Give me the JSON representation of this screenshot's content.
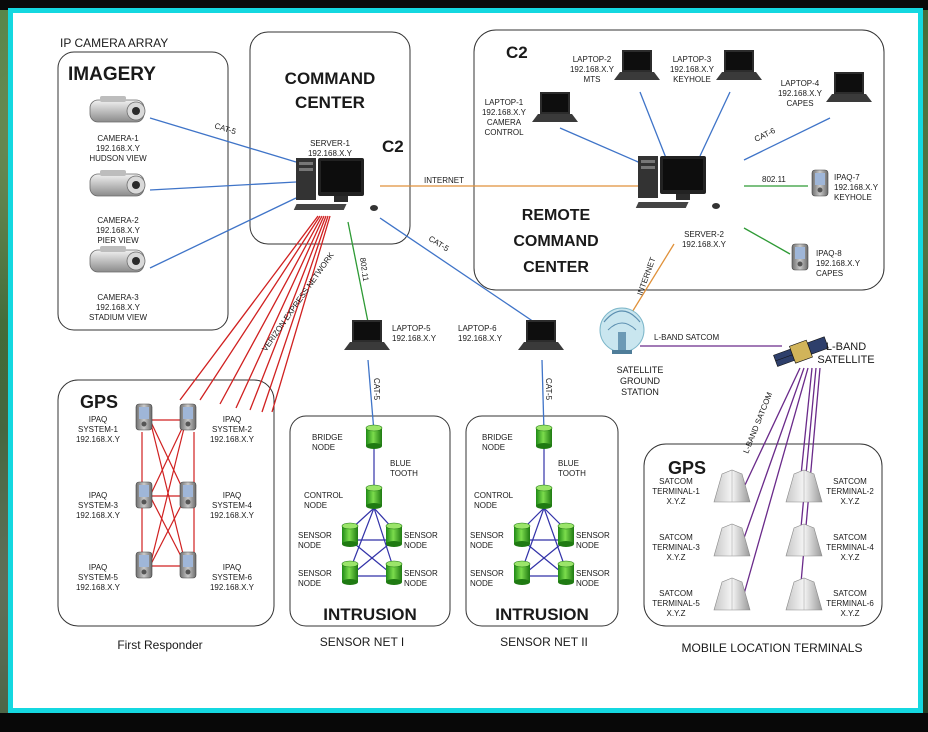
{
  "title": "IP CAMERA ARRAY",
  "panels": {
    "imagery": "IMAGERY",
    "command_center": [
      "COMMAND",
      "CENTER"
    ],
    "c2_server": "C2",
    "c2_remote": "C2",
    "remote_command_center": [
      "REMOTE",
      "COMMAND",
      "CENTER"
    ],
    "gps_responder": "GPS",
    "first_responder": "First Responder",
    "intrusion1": "INTRUSION",
    "intrusion2": "INTRUSION",
    "sensor_net_1": "SENSOR NET I",
    "sensor_net_2": "SENSOR NET II",
    "gps_terminals": "GPS",
    "mobile_terminals": "MOBILE LOCATION TERMINALS"
  },
  "cameras": [
    {
      "lines": [
        "CAMERA-1",
        "192.168.X.Y",
        "HUDSON VIEW"
      ]
    },
    {
      "lines": [
        "CAMERA-2",
        "192.168.X.Y",
        "PIER VIEW"
      ]
    },
    {
      "lines": [
        "CAMERA-3",
        "192.168.X.Y",
        "STADIUM VIEW"
      ]
    }
  ],
  "server1": [
    "SERVER-1",
    "192.168.X.Y"
  ],
  "server2": [
    "SERVER-2",
    "192.168.X.Y"
  ],
  "laptops_remote": [
    {
      "lines": [
        "LAPTOP-1",
        "192.168.X.Y",
        "CAMERA",
        "CONTROL"
      ]
    },
    {
      "lines": [
        "LAPTOP-2",
        "192.168.X.Y",
        "MTS"
      ]
    },
    {
      "lines": [
        "LAPTOP-3",
        "192.168.X.Y",
        "KEYHOLE"
      ]
    },
    {
      "lines": [
        "LAPTOP-4",
        "192.168.X.Y",
        "CAPES"
      ]
    }
  ],
  "ipaqs_remote": [
    {
      "lines": [
        "IPAQ-7",
        "192.168.X.Y",
        "KEYHOLE"
      ]
    },
    {
      "lines": [
        "IPAQ-8",
        "192.168.X.Y",
        "CAPES"
      ]
    }
  ],
  "laptop5": [
    "LAPTOP-5",
    "192.168.X.Y"
  ],
  "laptop6": [
    "LAPTOP-6",
    "192.168.X.Y"
  ],
  "gps_systems": [
    {
      "lines": [
        "IPAQ",
        "SYSTEM-1",
        "192.168.X.Y"
      ]
    },
    {
      "lines": [
        "IPAQ",
        "SYSTEM-2",
        "192.168.X.Y"
      ]
    },
    {
      "lines": [
        "IPAQ",
        "SYSTEM-3",
        "192.168.X.Y"
      ]
    },
    {
      "lines": [
        "IPAQ",
        "SYSTEM-4",
        "192.168.X.Y"
      ]
    },
    {
      "lines": [
        "IPAQ",
        "SYSTEM-5",
        "192.168.X.Y"
      ]
    },
    {
      "lines": [
        "IPAQ",
        "SYSTEM-6",
        "192.168.X.Y"
      ]
    }
  ],
  "sensor_labels": {
    "bridge": [
      "BRIDGE",
      "NODE"
    ],
    "bluetooth": [
      "BLUE",
      "TOOTH"
    ],
    "control": [
      "CONTROL",
      "NODE"
    ],
    "sensor": [
      "SENSOR",
      "NODE"
    ]
  },
  "satellite_ground": [
    "SATELLITE",
    "GROUND",
    "STATION"
  ],
  "satellite": [
    "L-BAND",
    "SATELLITE"
  ],
  "terminals": [
    {
      "lines": [
        "SATCOM",
        "TERMINAL-1",
        "X.Y.Z"
      ]
    },
    {
      "lines": [
        "SATCOM",
        "TERMINAL-2",
        "X.Y.Z"
      ]
    },
    {
      "lines": [
        "SATCOM",
        "TERMINAL-3",
        "X.Y.Z"
      ]
    },
    {
      "lines": [
        "SATCOM",
        "TERMINAL-4",
        "X.Y.Z"
      ]
    },
    {
      "lines": [
        "SATCOM",
        "TERMINAL-5",
        "X.Y.Z"
      ]
    },
    {
      "lines": [
        "SATCOM",
        "TERMINAL-6",
        "X.Y.Z"
      ]
    }
  ],
  "links": {
    "cat5": "CAT-5",
    "cat6": "CAT-6",
    "internet": "INTERNET",
    "wifi": "802.11",
    "verizon": "VERIZON EXPRESS NETWORK",
    "lband": "L-BAND SATCOM"
  },
  "colors": {
    "border": "#14d8e0",
    "cat_link": "#3f74c8",
    "internet_link": "#e0913a",
    "wifi_link": "#2e9a35",
    "gps_link": "#d02020",
    "satcom_link": "#6a2a8a",
    "node": "#3fb62a"
  }
}
